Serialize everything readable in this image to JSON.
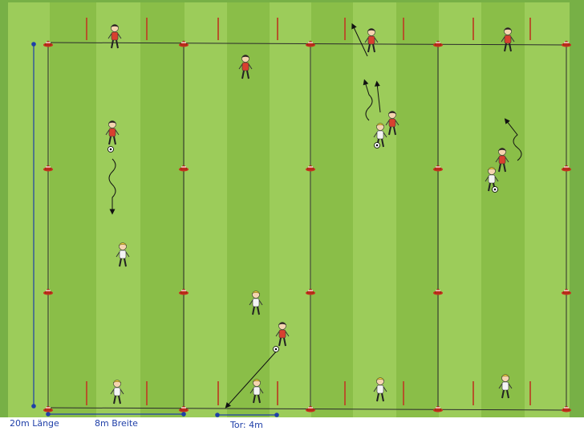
{
  "labels": {
    "length": "20m Länge",
    "width": "8m Breite",
    "goal": "Tor: 4m"
  },
  "colors": {
    "field_stripe_light": "#9ccc5a",
    "field_stripe_dark": "#8abe48",
    "outer_grass": "#77b046",
    "line": "#2b2b2b",
    "cone": "#c8321e",
    "goal_pole": "#b5532a",
    "dimension": "#1f3fa8",
    "team_red": "#d8402f",
    "team_white": "#f4f4f4",
    "hair_yellow": "#f2d22a",
    "hair_dark": "#2a1f1a"
  }
}
